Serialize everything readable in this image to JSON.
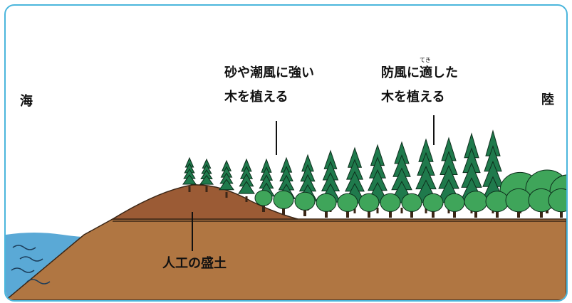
{
  "labels": {
    "sea": "海",
    "land": "陸",
    "front_trees_line1": "砂や潮風に強い",
    "front_trees_line2": "木を植える",
    "back_trees_line1": "防風に適した",
    "back_trees_line2": "木を植える",
    "ruby_teki": "てき",
    "mound": "人工の盛土"
  },
  "colors": {
    "frame_border": "#4bb6dc",
    "sea": "#5aa9d6",
    "ground": "#b07642",
    "mound": "#9b5b35",
    "conifer": "#1f7a4c",
    "broadleaf": "#3fa55a"
  },
  "icons": [
    "conifer-tree",
    "broadleaf-tree",
    "sea-waves"
  ]
}
